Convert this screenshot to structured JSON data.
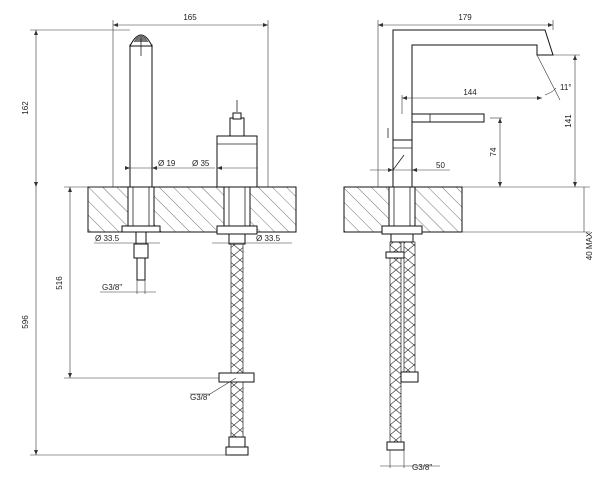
{
  "front_view": {
    "dim_width": "165",
    "dim_height": "162",
    "dim_spout_dia": "Ø 19",
    "dim_handle_dia": "Ø 35",
    "dim_shank_left": "Ø 33.5",
    "dim_shank_right": "Ø 33.5",
    "dim_depth": "516",
    "dim_total": "596",
    "thread_left": "G3/8\"",
    "thread_right": "G3/8\""
  },
  "side_view": {
    "dim_length": "179",
    "dim_reach": "144",
    "dim_angle": "11°",
    "dim_height": "141",
    "dim_outlet": "74",
    "dim_base": "50",
    "dim_deck_max": "40 MAX",
    "thread": "G3/8\""
  }
}
